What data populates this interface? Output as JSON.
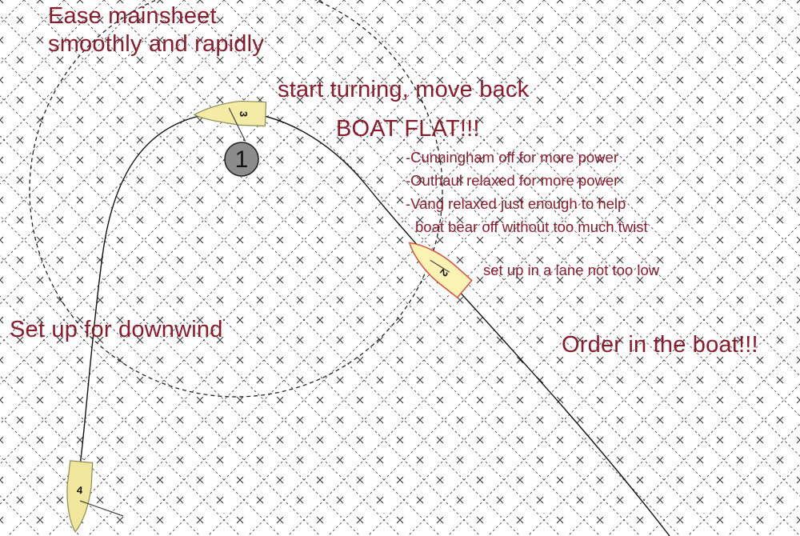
{
  "notes": {
    "ease_line1": "Ease mainsheet",
    "ease_line2": "smoothly and rapidly",
    "start_turning": "start turning, move back",
    "boat_flat": "BOAT FLAT!!!",
    "cunningham": "-Cunningham off for more power",
    "outhaul": "-Outhaul relaxed for more power",
    "vang_line1": "-Vang relaxed just enough to help",
    "vang_line2": "boat bear off without too much twist",
    "lane": "set up in a lane not too low",
    "order": "Order in the boat!!!",
    "downwind": "Set up for downwind"
  },
  "mark": {
    "label": "1",
    "fill": "#8c8c8c"
  },
  "boats": [
    {
      "number": "2",
      "hull_color": "#faf3b3",
      "outline_color": "#e04a3a"
    },
    {
      "number": "3",
      "hull_color": "#f3eba6",
      "outline_color": "#8a8a5a"
    },
    {
      "number": "4",
      "hull_color": "#f1e79c",
      "outline_color": "#8a8a5a"
    }
  ],
  "colors": {
    "annotation_text": "#8b1a2a",
    "course_line": "#111111",
    "grid": "#333333"
  }
}
